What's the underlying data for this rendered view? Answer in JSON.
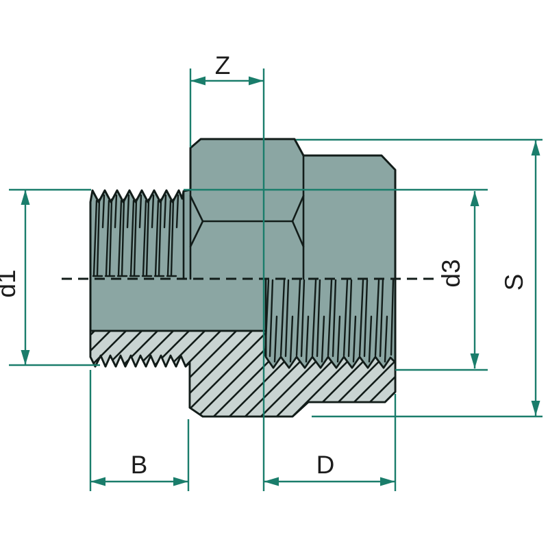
{
  "drawing": {
    "title": "Threaded adapter nipple - sectioned technical drawing",
    "view": "half-section side view with male thread (left), hex flange (middle), female thread body (right)",
    "dimension_labels": {
      "z": "Z",
      "d1": "d1",
      "d3": "d3",
      "s": "S",
      "b": "B",
      "d": "D"
    },
    "colors": {
      "dimension_lines": "#1a7d6b",
      "body_fill": "#8ba6a3",
      "section_hatch_fill": "#c9d4d2",
      "outline": "#121c19",
      "background": "#ffffff",
      "label_text": "#1c1c1c"
    }
  }
}
